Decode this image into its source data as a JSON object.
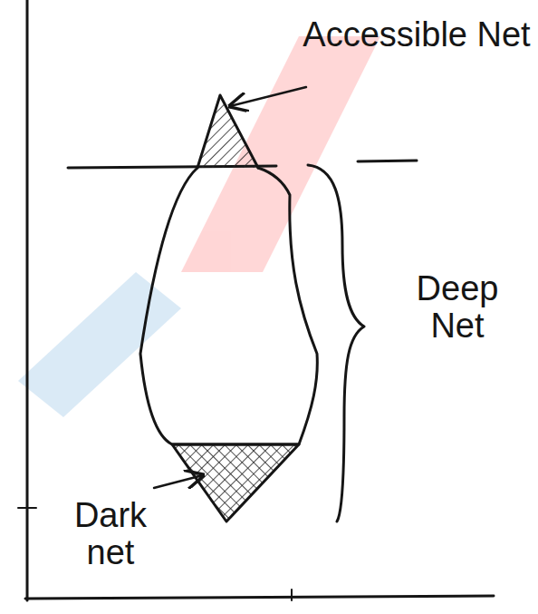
{
  "diagram": {
    "labels": [
      "Accessible Net",
      "Deep Net",
      "Dark net"
    ]
  }
}
